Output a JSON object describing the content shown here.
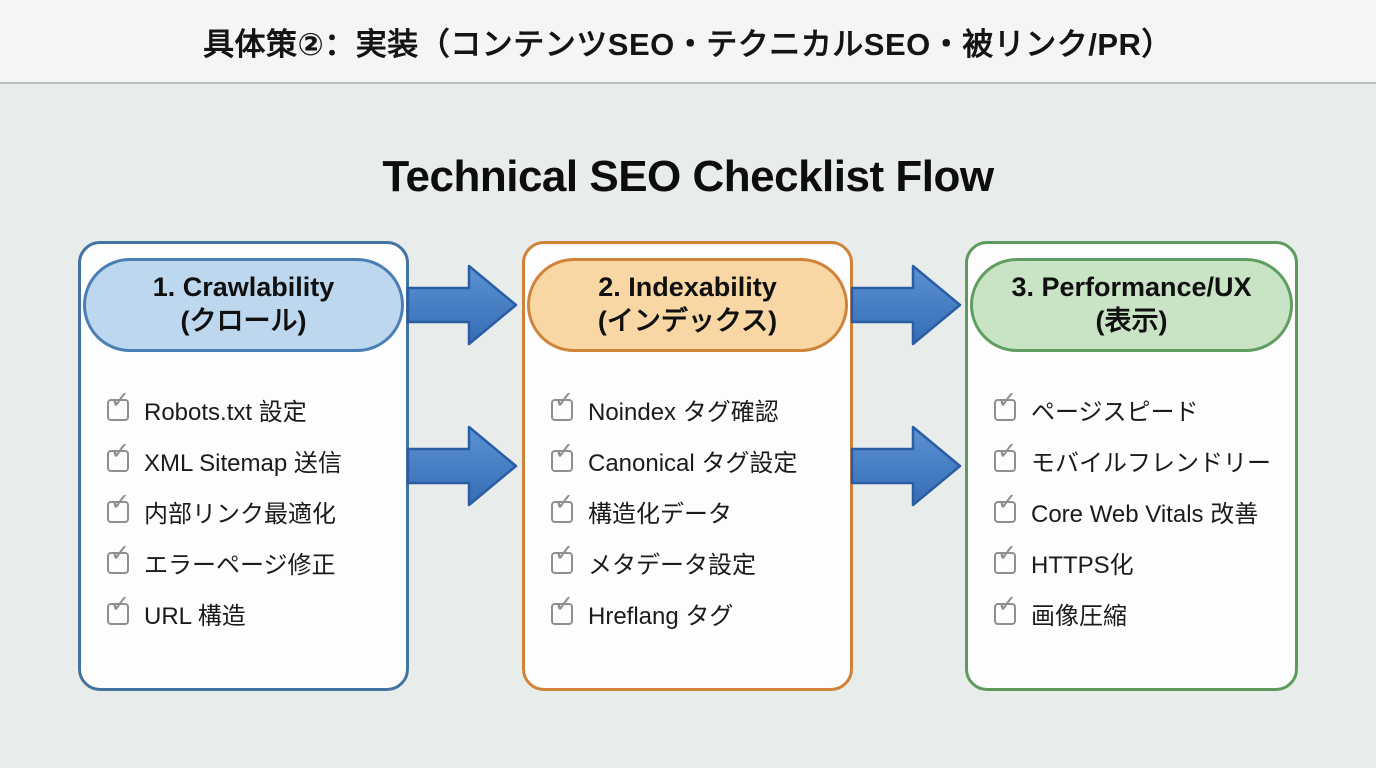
{
  "page": {
    "header_title": "具体策②：実装（コンテンツSEO・テクニカルSEO・被リンク/PR）",
    "main_title": "Technical SEO Checklist Flow"
  },
  "colors": {
    "background": "#e8eceb",
    "header_band": "#f3f6f5",
    "arrow_fill": "#3f7cc4",
    "arrow_stroke": "#2a5da4",
    "column1_border": "#43739f",
    "column1_pill_fill": "#bdd7ee",
    "column2_border": "#cf8338",
    "column2_pill_fill": "#f9d7a5",
    "column3_border": "#5c9a5e",
    "column3_pill_fill": "#c9e4c5",
    "checkbox_gray": "#8d9092"
  },
  "icons": {
    "checkbox": "checked-checkbox-icon",
    "arrow": "flow-arrow-icon"
  },
  "columns": [
    {
      "id": "crawlability",
      "title_en": "1. Crawlability",
      "title_ja": "(クロール)",
      "items": [
        "Robots.txt 設定",
        "XML Sitemap 送信",
        "内部リンク最適化",
        "エラーページ修正",
        "URL 構造"
      ]
    },
    {
      "id": "indexability",
      "title_en": "2. Indexability",
      "title_ja": "(インデックス)",
      "items": [
        "Noindex タグ確認",
        "Canonical タグ設定",
        "構造化データ",
        "メタデータ設定",
        "Hreflang タグ"
      ]
    },
    {
      "id": "performance-ux",
      "title_en": "3. Performance/UX",
      "title_ja": "(表示)",
      "items": [
        "ページスピード",
        "モバイルフレンドリー",
        "Core Web Vitals 改善",
        "HTTPS化",
        "画像圧縮"
      ]
    }
  ]
}
